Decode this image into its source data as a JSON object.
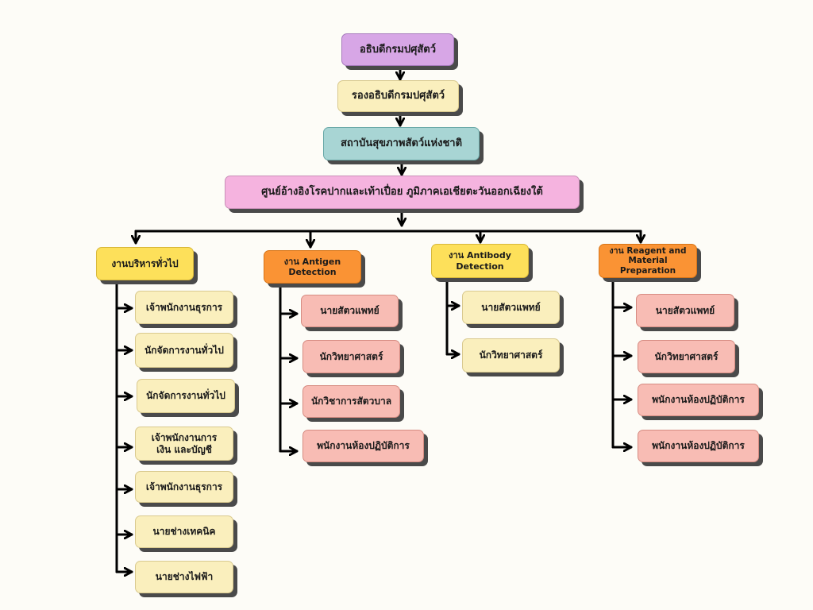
{
  "chart": {
    "top": [
      {
        "label": "อธิบดีกรมปศุสัตว์"
      },
      {
        "label": "รองอธิบดีกรมปศุสัตว์"
      },
      {
        "label": "สถาบันสุขภาพสัตว์แห่งชาติ"
      },
      {
        "label": "ศูนย์อ้างอิงโรคปากและเท้าเปื่อย ภูมิภาคเอเชียตะวันออกเฉียงใต้"
      }
    ],
    "groups": [
      {
        "label": "งานบริหารทั่วไป",
        "items": [
          {
            "label": "เจ้าพนักงานธุรการ"
          },
          {
            "label": "นักจัดการงานทั่วไป"
          },
          {
            "label": "นักจัดการงานทั่วไป"
          },
          {
            "label": "เจ้าพนักงานการเงิน และบัญชี"
          },
          {
            "label": "เจ้าพนักงานธุรการ"
          },
          {
            "label": "นายช่างเทคนิค"
          },
          {
            "label": "นายช่างไฟฟ้า"
          }
        ]
      },
      {
        "label": "งาน Antigen Detection",
        "items": [
          {
            "label": "นายสัตวแพทย์"
          },
          {
            "label": "นักวิทยาศาสตร์"
          },
          {
            "label": "นักวิชาการสัตวบาล"
          },
          {
            "label": "พนักงานห้องปฏิบัติการ"
          }
        ]
      },
      {
        "label": "งาน Antibody Detection",
        "items": [
          {
            "label": "นายสัตวแพทย์"
          },
          {
            "label": "นักวิทยาศาสตร์"
          }
        ]
      },
      {
        "label": "งาน Reagent and Material Preparation",
        "items": [
          {
            "label": "นายสัตวแพทย์"
          },
          {
            "label": "นักวิทยาศาสตร์"
          },
          {
            "label": "พนักงานห้องปฏิบัติการ"
          },
          {
            "label": "พนักงานห้องปฏิบัติการ"
          }
        ]
      }
    ]
  }
}
